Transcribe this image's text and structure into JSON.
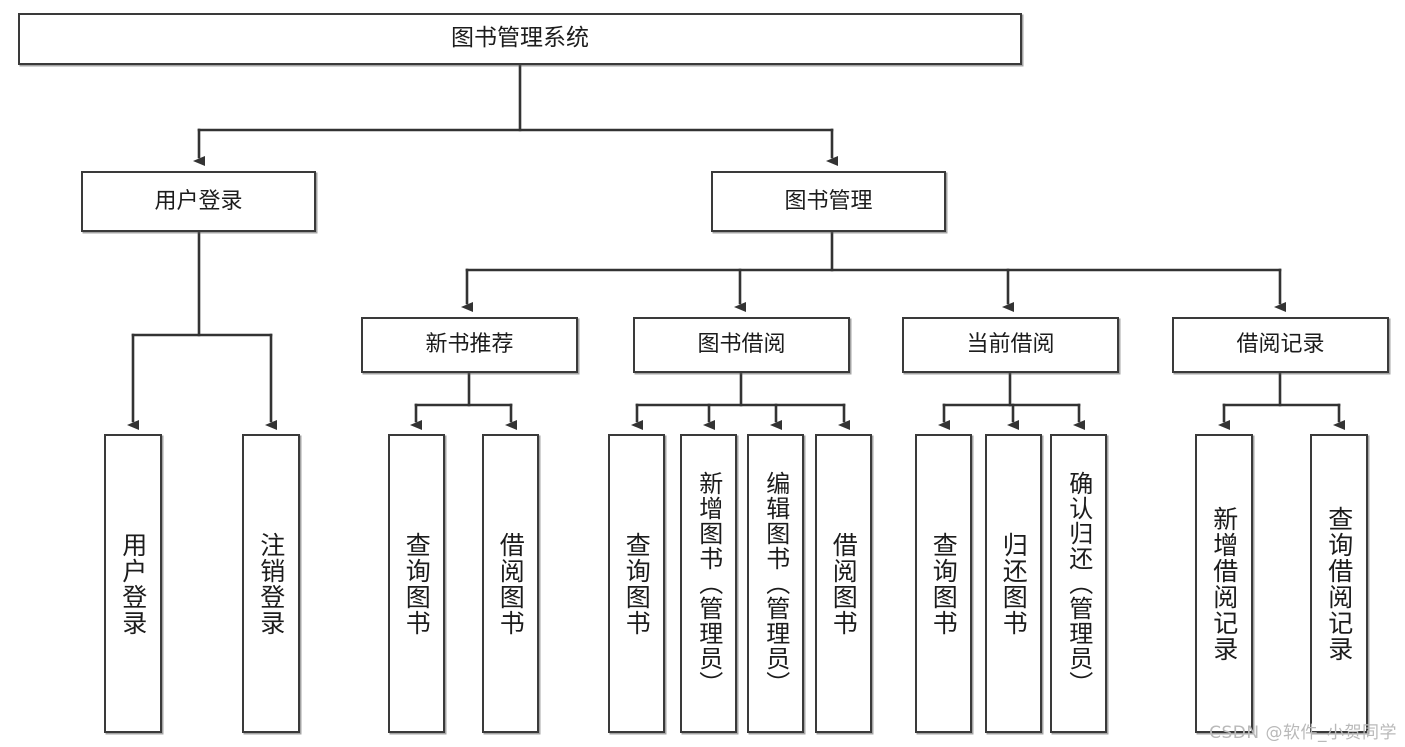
{
  "diagram": {
    "title": "图书管理系统",
    "type": "tree-hierarchy-diagram",
    "colors": {
      "background": "#ffffff",
      "box_border": "#3a3a3a",
      "box_fill": "#ffffff",
      "connector": "#333333",
      "text": "#1c1c1c",
      "watermark": "#b9b9b9"
    },
    "root": {
      "label": "图书管理系统"
    },
    "level2": [
      {
        "label": "用户登录"
      },
      {
        "label": "图书管理"
      }
    ],
    "level3": [
      {
        "label": "新书推荐"
      },
      {
        "label": "图书借阅"
      },
      {
        "label": "当前借阅"
      },
      {
        "label": "借阅记录"
      }
    ],
    "leaves": {
      "user_login": [
        {
          "label": "用户登录"
        },
        {
          "label": "注销登录"
        }
      ],
      "new_book_recommend": [
        {
          "label": "查询图书"
        },
        {
          "label": "借阅图书"
        }
      ],
      "book_borrow": [
        {
          "label": "查询图书"
        },
        {
          "label": "新增图书（管理员）"
        },
        {
          "label": "编辑图书（管理员）"
        },
        {
          "label": "借阅图书"
        }
      ],
      "current_borrow": [
        {
          "label": "查询图书"
        },
        {
          "label": "归还图书"
        },
        {
          "label": "确认归还（管理员）"
        }
      ],
      "borrow_record": [
        {
          "label": "新增借阅记录"
        },
        {
          "label": "查询借阅记录"
        }
      ]
    },
    "watermark": "CSDN @软件_小贺同学"
  }
}
